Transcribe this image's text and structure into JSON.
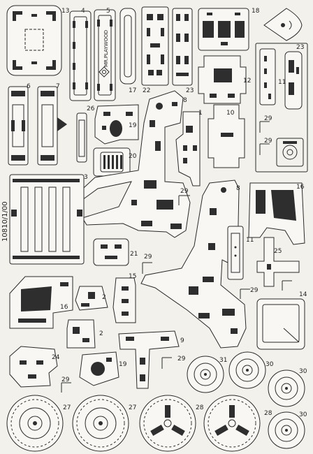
{
  "sheet": {
    "brand_text": "MR.PLAYWOOD",
    "code_text": "10810/1/00",
    "part_numbers": [
      "13",
      "4",
      "5",
      "18",
      "23",
      "11",
      "17",
      "22",
      "23",
      "12",
      "6",
      "7",
      "26",
      "8",
      "1",
      "10",
      "19",
      "29",
      "29",
      "20",
      "3",
      "29",
      "8",
      "16",
      "11",
      "25",
      "21",
      "29",
      "15",
      "2",
      "14",
      "16",
      "29",
      "2",
      "9",
      "29",
      "24",
      "19",
      "31",
      "30",
      "30",
      "29",
      "27",
      "27",
      "28",
      "28",
      "30"
    ]
  }
}
